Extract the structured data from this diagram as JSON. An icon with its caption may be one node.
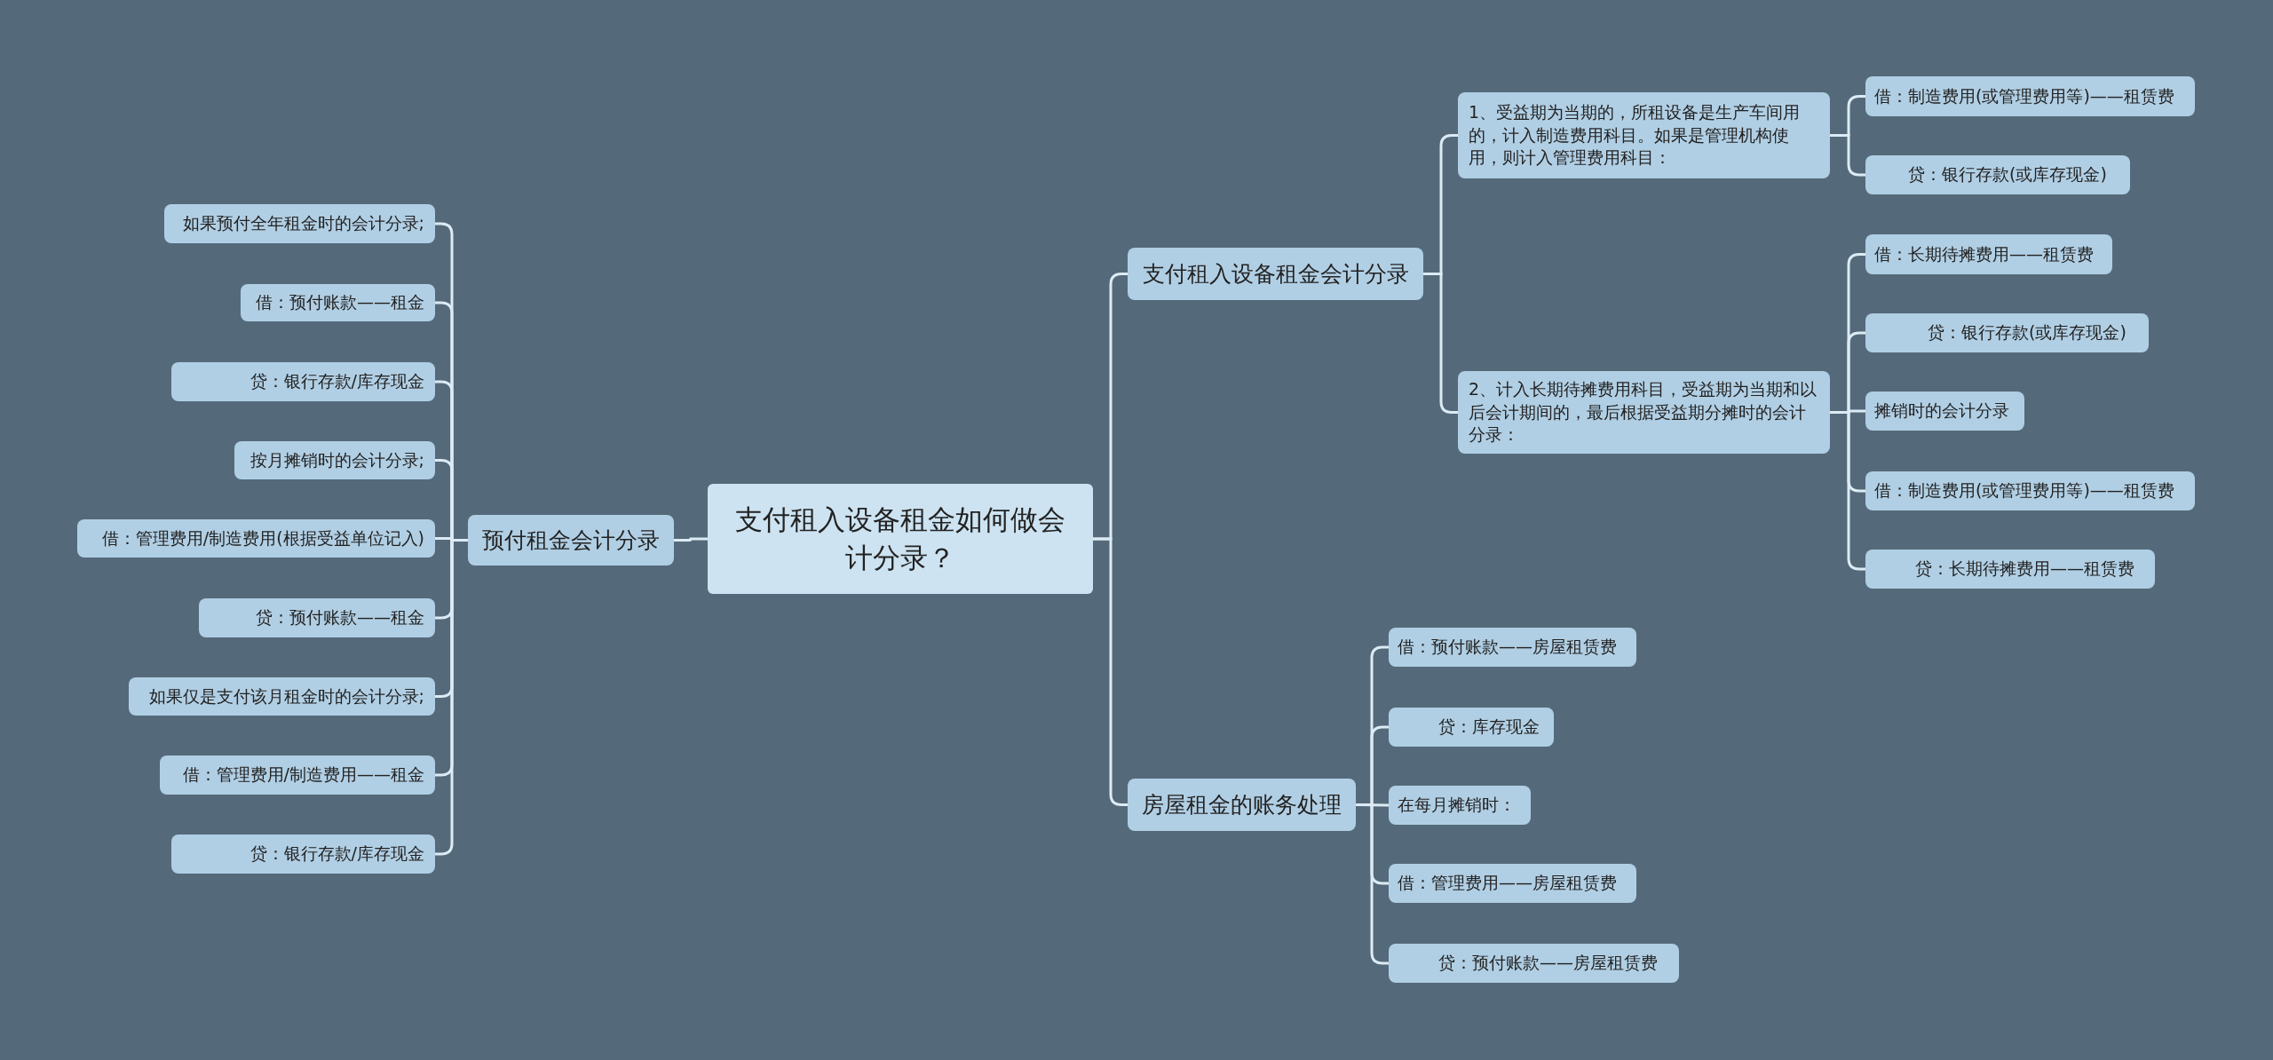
{
  "diagram": {
    "nodes": [
      {
        "text": [
          "支付租入设备租金如何做会计分录？"
        ]
      },
      {
        "text": [
          "预付租金会计分录"
        ]
      },
      {
        "text": [
          "如果预付全年租金时的会计分录;"
        ]
      },
      {
        "text": [
          "借：预付账款——租金"
        ]
      },
      {
        "text": [
          "贷：银行存款/库存现金"
        ]
      },
      {
        "text": [
          "按月摊销时的会计分录;"
        ]
      },
      {
        "text": [
          "借：管理费用/制造费用(根据受益单位记入)"
        ]
      },
      {
        "text": [
          "贷：预付账款——租金"
        ]
      },
      {
        "text": [
          "如果仅是支付该月租金时的会计分录;"
        ]
      },
      {
        "text": [
          "借：管理费用/制造费用——租金"
        ]
      },
      {
        "text": [
          "贷：银行存款/库存现金"
        ]
      },
      {
        "text": [
          "支付租入设备租金会计分录"
        ]
      },
      {
        "text": [
          "1、受益期为当期的，所租设备是生产车间用的，计入制造费用科目。如果是管理机构使用，则计入管理费用科目："
        ]
      },
      {
        "text": [
          "借：制造费用(或管理费用等)——租赁费"
        ]
      },
      {
        "text": [
          "贷：银行存款(或库存现金)"
        ]
      },
      {
        "text": [
          "2、计入长期待摊费用科目，受益期为当期和以后会计期间的，最后根据受益期分摊时的会计分录："
        ]
      },
      {
        "text": [
          "借：长期待摊费用——租赁费"
        ]
      },
      {
        "text": [
          "贷：银行存款(或库存现金)"
        ]
      },
      {
        "text": [
          "摊销时的会计分录"
        ]
      },
      {
        "text": [
          "借：制造费用(或管理费用等)——租赁费"
        ]
      },
      {
        "text": [
          "贷：长期待摊费用——租赁费"
        ]
      },
      {
        "text": [
          "房屋租金的账务处理"
        ]
      },
      {
        "text": [
          "借：预付账款——房屋租赁费"
        ]
      },
      {
        "text": [
          "贷：库存现金"
        ]
      },
      {
        "text": [
          "在每月摊销时："
        ]
      },
      {
        "text": [
          "借：管理费用——房屋租赁费"
        ]
      },
      {
        "text": [
          "贷：预付账款——房屋租赁费"
        ]
      }
    ],
    "edges": [
      {
        "from": 0,
        "to": 1,
        "arrow": "none"
      },
      {
        "from": 1,
        "to": 2,
        "arrow": "none"
      },
      {
        "from": 1,
        "to": 3,
        "arrow": "none"
      },
      {
        "from": 1,
        "to": 4,
        "arrow": "none"
      },
      {
        "from": 1,
        "to": 5,
        "arrow": "none"
      },
      {
        "from": 1,
        "to": 6,
        "arrow": "none"
      },
      {
        "from": 1,
        "to": 7,
        "arrow": "none"
      },
      {
        "from": 1,
        "to": 8,
        "arrow": "none"
      },
      {
        "from": 1,
        "to": 9,
        "arrow": "none"
      },
      {
        "from": 1,
        "to": 10,
        "arrow": "none"
      },
      {
        "from": 0,
        "to": 11,
        "arrow": "none"
      },
      {
        "from": 11,
        "to": 12,
        "arrow": "none"
      },
      {
        "from": 12,
        "to": 13,
        "arrow": "none"
      },
      {
        "from": 12,
        "to": 14,
        "arrow": "none"
      },
      {
        "from": 11,
        "to": 15,
        "arrow": "none"
      },
      {
        "from": 15,
        "to": 16,
        "arrow": "none"
      },
      {
        "from": 15,
        "to": 17,
        "arrow": "none"
      },
      {
        "from": 15,
        "to": 18,
        "arrow": "none"
      },
      {
        "from": 15,
        "to": 19,
        "arrow": "none"
      },
      {
        "from": 15,
        "to": 20,
        "arrow": "none"
      },
      {
        "from": 0,
        "to": 21,
        "arrow": "none"
      },
      {
        "from": 21,
        "to": 22,
        "arrow": "none"
      },
      {
        "from": 21,
        "to": 23,
        "arrow": "none"
      },
      {
        "from": 21,
        "to": 24,
        "arrow": "none"
      },
      {
        "from": 21,
        "to": 25,
        "arrow": "none"
      },
      {
        "from": 21,
        "to": 26,
        "arrow": "none"
      }
    ]
  }
}
